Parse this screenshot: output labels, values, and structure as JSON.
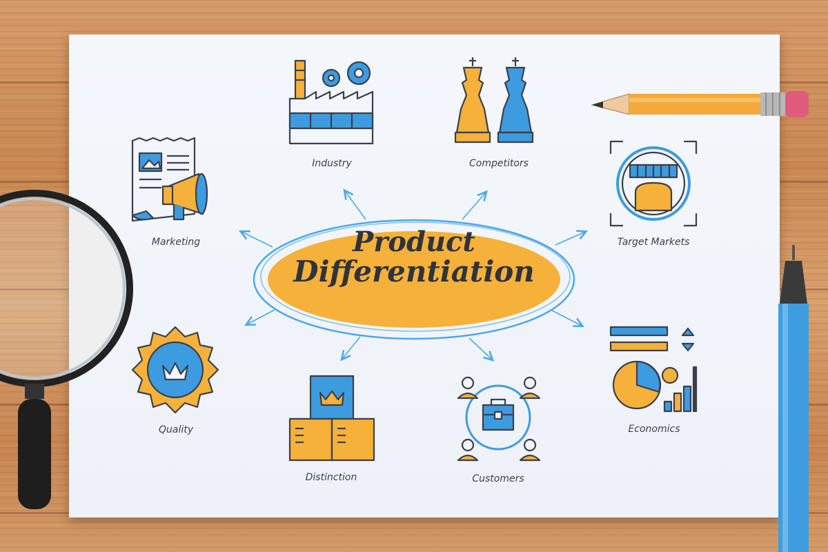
{
  "title": {
    "line1": "Product",
    "line2": "Differentiation"
  },
  "nodes": [
    {
      "id": "industry",
      "label": "Industry",
      "icon": "factory-icon"
    },
    {
      "id": "competitors",
      "label": "Competitors",
      "icon": "chess-icon"
    },
    {
      "id": "target-markets",
      "label": "Target Markets",
      "icon": "store-target-icon"
    },
    {
      "id": "economics",
      "label": "Economics",
      "icon": "economics-chart-icon"
    },
    {
      "id": "customers",
      "label": "Customers",
      "icon": "customers-network-icon"
    },
    {
      "id": "distinction",
      "label": "Distinction",
      "icon": "crown-boxes-icon"
    },
    {
      "id": "quality",
      "label": "Quality",
      "icon": "quality-badge-icon"
    },
    {
      "id": "marketing",
      "label": "Marketing",
      "icon": "marketing-megaphone-icon"
    }
  ],
  "colors": {
    "orange": "#f6b13b",
    "blue": "#3d9be0",
    "outline": "#3a3f4a",
    "paper": "#f2f5fa",
    "ring": "#4aa8ea"
  }
}
